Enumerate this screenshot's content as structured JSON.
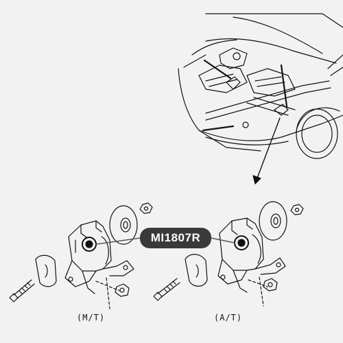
{
  "part_number": "MI1807R",
  "variants": {
    "manual": "(M/T)",
    "automatic": "(A/T)"
  },
  "colors": {
    "background": "#f2f2f2",
    "line": "#111111",
    "label_bg": "#3a3a3a",
    "label_text": "#ffffff"
  }
}
